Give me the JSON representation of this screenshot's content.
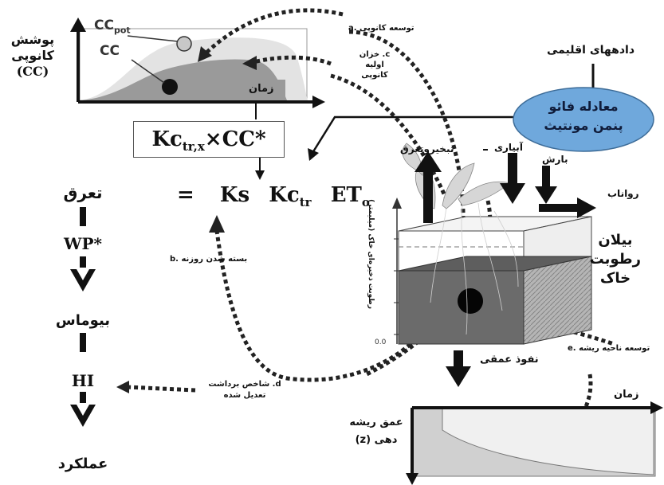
{
  "canopy_chart": {
    "y_label_line1": "پوشش",
    "y_label_line2": "کانوپی",
    "y_label_line3": "(CC)",
    "cc_pot_main": "CC",
    "cc_pot_sub": "pot",
    "cc_label": "CC",
    "x_label": "زمان"
  },
  "annotations": {
    "a": "a. توسعه کانوپی",
    "c_line1": "c. خزان",
    "c_line2": "اولیه",
    "c_line3": "کانوپی",
    "b": "b. بسته شدن روزنه",
    "d_line1": "d. شاخص برداشت",
    "d_line2": "تعدیل شده",
    "e": "e. توسعه ناحیه ریشه"
  },
  "formula": {
    "kc_main": "Kc",
    "kc_sub": "tr,x",
    "kc_rest": "×CC*",
    "eq_sign": "=",
    "ks": "Ks",
    "kctr_main": "Kc",
    "kctr_sub": "tr",
    "eto_main": "ET",
    "eto_sub": "o"
  },
  "climate": {
    "data_label": "دادههای اقلیمی",
    "ellipse_line1": "معادله فائو",
    "ellipse_line2": "پنمن مونتیث",
    "ellipse_color": "#6fa8dc"
  },
  "left_chain": {
    "transpiration": "تعرق",
    "wp": "WP*",
    "biomass": "بیوماس",
    "hi": "HI",
    "yield": "عملکرد"
  },
  "soil": {
    "evapotranspiration": "تبخیروتعرق",
    "irrigation": "آبیاری",
    "rain": "بارش",
    "runoff": "رواناب",
    "balance_line1": "بیلان",
    "balance_line2": "رطوبت",
    "balance_line3": "خاک",
    "y_axis_label": "رطوبت ذخیره‌ای خاک (میلیمتر)",
    "zero_tick": "0.0",
    "deep_percolation": "نفوذ عمقی"
  },
  "root_chart": {
    "time_label": "زمان",
    "depth_line1": "عمق ریشه",
    "depth_line2": "دهی (z)"
  }
}
